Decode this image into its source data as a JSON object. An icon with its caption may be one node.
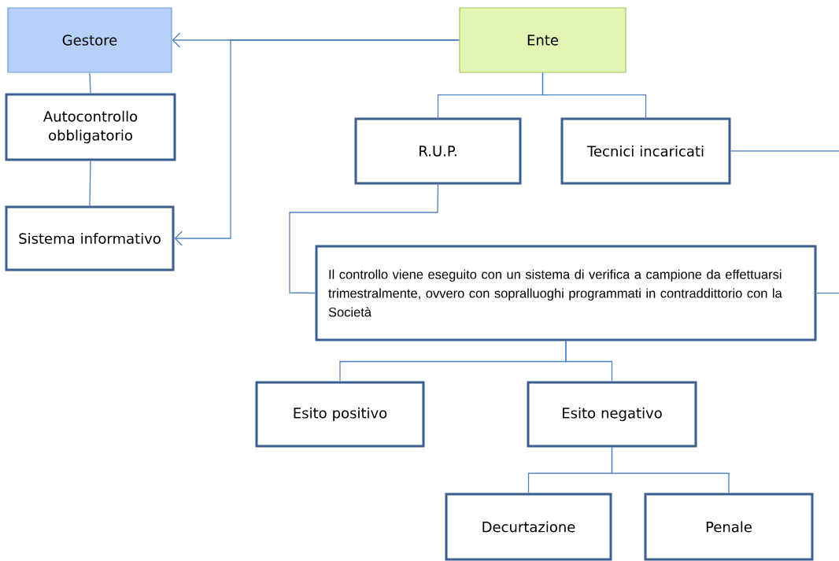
{
  "diagram": {
    "nodes": [
      {
        "text": [
          "Gestore"
        ]
      },
      {
        "text": [
          "Ente"
        ]
      },
      {
        "text": [
          "Autocontrollo obbligatorio"
        ]
      },
      {
        "text": [
          "Sistema informativo"
        ]
      },
      {
        "text": [
          "R.U.P."
        ]
      },
      {
        "text": [
          "Tecnici incaricati"
        ]
      },
      {
        "text": [
          "Il controllo viene eseguito con un sistema di verifica a campione da effettuarsi trimestralmente, ovvero con sopralluoghi programmati in contraddittorio con la Società"
        ]
      },
      {
        "text": [
          "Esito positivo"
        ]
      },
      {
        "text": [
          "Esito negativo"
        ]
      },
      {
        "text": [
          "Decurtazione"
        ]
      },
      {
        "text": [
          "Penale"
        ]
      }
    ],
    "edges": [
      {
        "from": 1,
        "to": 0,
        "arrow": "to"
      },
      {
        "from": 1,
        "to": 3,
        "arrow": "to"
      },
      {
        "from": 0,
        "to": 2,
        "arrow": "none"
      },
      {
        "from": 2,
        "to": 3,
        "arrow": "none"
      },
      {
        "from": 1,
        "to": 4,
        "arrow": "none"
      },
      {
        "from": 1,
        "to": 5,
        "arrow": "none"
      },
      {
        "from": 4,
        "to": 6,
        "arrow": "none"
      },
      {
        "from": 5,
        "to": null,
        "arrow": "none"
      },
      {
        "from": 6,
        "to": null,
        "arrow": "none"
      },
      {
        "from": 6,
        "to": 7,
        "arrow": "none"
      },
      {
        "from": 6,
        "to": 8,
        "arrow": "none"
      },
      {
        "from": 8,
        "to": 9,
        "arrow": "none"
      },
      {
        "from": 8,
        "to": 10,
        "arrow": "none"
      }
    ]
  }
}
